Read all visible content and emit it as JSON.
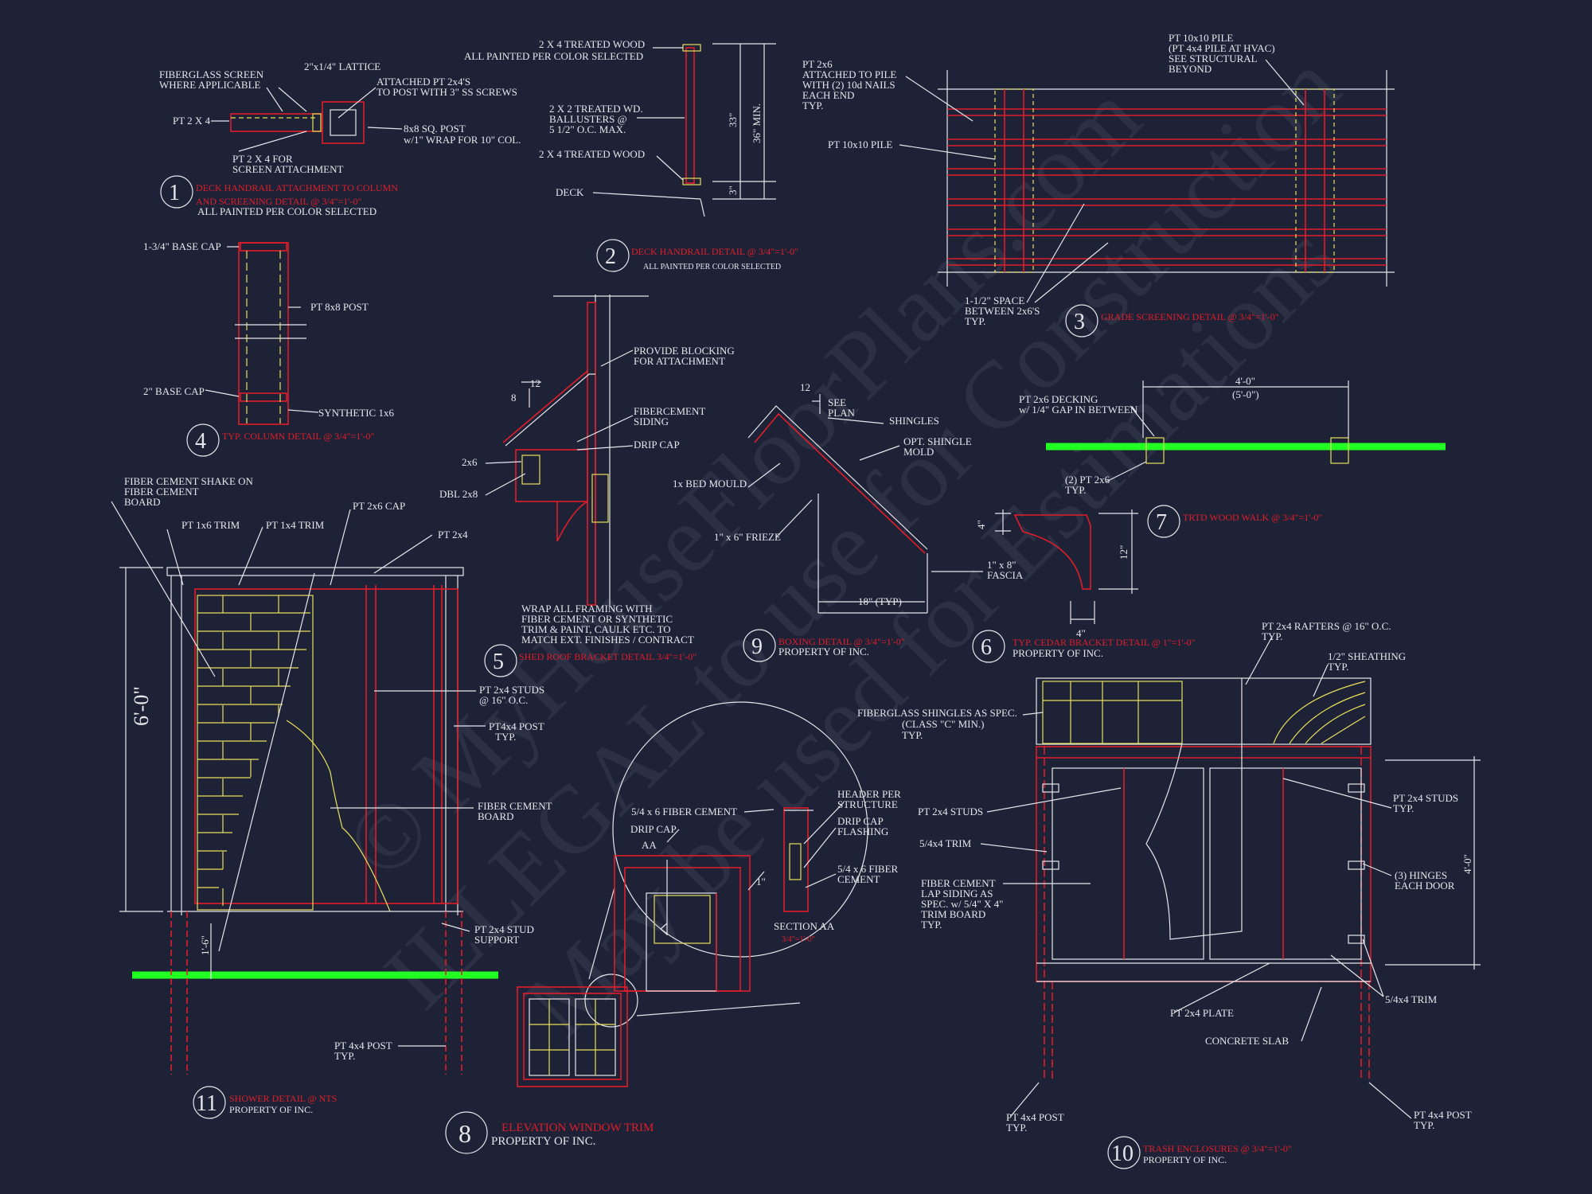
{
  "watermark": {
    "line1": "© MyHouseFloorPlans.com",
    "line2": "ILLEGAL to use for Construction",
    "line3": "May be used for Estimations"
  },
  "details": [
    {
      "num": "1",
      "title1": "DECK HANDRAIL ATTACHMENT TO COLUMN",
      "title2": "AND SCREENING DETAIL @   3/4\"=1'-0\"",
      "sub": "ALL PAINTED PER COLOR SELECTED"
    },
    {
      "num": "2",
      "title1": "DECK HANDRAIL DETAIL @       3/4\"=1'-0\"",
      "sub": "ALL PAINTED PER COLOR SELECTED"
    },
    {
      "num": "3",
      "title1": "GRADE SCREENING DETAIL @    3/4\"=1'-0\""
    },
    {
      "num": "4",
      "title1": "TYP. COLUMN DETAIL @ 3/4\"=1'-0\""
    },
    {
      "num": "5",
      "title1": "SHED ROOF BRACKET DETAIL    3/4\"=1'-0\""
    },
    {
      "num": "6",
      "title1": "TYP. CEDAR BRACKET DETAIL @           1\"=1'-0\"",
      "sub": "PROPERTY OF  INC."
    },
    {
      "num": "7",
      "title1": "TRTD WOOD WALK @       3/4\"=1'-0\""
    },
    {
      "num": "8",
      "title1": "ELEVATION WINDOW TRIM",
      "sub": "PROPERTY OF  INC."
    },
    {
      "num": "9",
      "title1": "BOXING DETAIL @ 3/4\"=1'-0\"",
      "sub": "PROPERTY OF  INC."
    },
    {
      "num": "10",
      "title1": "TRASH ENCLOSURES @              3/4\"=1'-0\"",
      "sub": "PROPERTY OF  INC."
    },
    {
      "num": "11",
      "title1": "SHOWER DETAIL @                 NTS",
      "sub": "PROPERTY OF  INC."
    }
  ],
  "d1": {
    "a": "FIBERGLASS SCREEN",
    "b": "WHERE APPLICABLE",
    "c": "2\"x1/4\" LATTICE",
    "d": "ATTACHED PT 2x4'S",
    "e": "TO POST WITH 3\" SS SCREWS",
    "f": "PT 2 X 4",
    "g": "8x8 SQ. POST",
    "h": "w/1\" WRAP FOR 10\" COL.",
    "i": "PT 2 X 4 FOR",
    "j": "SCREEN ATTACHMENT"
  },
  "d2": {
    "a": "2 X 4 TREATED WOOD",
    "b": "ALL PAINTED PER COLOR SELECTED",
    "c": "2 X 2 TREATED WD.",
    "d": "BALLUSTERS @",
    "e": "5 1/2\" O.C. MAX.",
    "f": "2 X 4 TREATED WOOD",
    "g": "DECK",
    "h": "33\"",
    "i": "36\" MIN.",
    "j": "3\""
  },
  "d3": {
    "a": "PT 2x6",
    "b": "ATTACHED TO PILE",
    "c": "WITH (2) 10d NAILS",
    "d": "EACH END",
    "e": "TYP.",
    "f": "PT 10x10 PILE",
    "g": "PT 10x10 PILE",
    "h": "(PT 4x4 PILE AT HVAC)",
    "i": "SEE STRUCTURAL",
    "j": "BEYOND",
    "k": "1-1/2\" SPACE",
    "l": "BETWEEN 2x6'S",
    "m": "TYP."
  },
  "d4": {
    "a": "1-3/4\" BASE CAP",
    "b": "PT 8x8 POST",
    "c": "2\" BASE CAP",
    "d": "SYNTHETIC 1x6"
  },
  "d5": {
    "a": "PROVIDE BLOCKING",
    "b": "FOR ATTACHMENT",
    "c": "FIBERCEMENT",
    "d": "SIDING",
    "e": "DRIP CAP",
    "f": "2x6",
    "g": "DBL 2x8",
    "h": "12",
    "i": "8",
    "j": "WRAP ALL FRAMING WITH",
    "k": "FIBER CEMENT OR SYNTHETIC",
    "l": "TRIM & PAINT, CAULK ETC. TO",
    "m": "MATCH EXT. FINISHES / CONTRACT"
  },
  "d9": {
    "a": "12",
    "b": "SEE",
    "c": "PLAN",
    "d": "SHINGLES",
    "e": "OPT. SHINGLE",
    "f": "MOLD",
    "g": "1x BED MOULD",
    "h": "1\" x 6\" FRIEZE",
    "i": "1\" x 8\"",
    "j": "FASCIA",
    "k": "18\" (TYP)"
  },
  "d7": {
    "a": "PT 2x6 DECKING",
    "b": "w/ 1/4\" GAP IN BETWEEN",
    "c": "4'-0\"",
    "d": "(5'-0\")",
    "e": "(2) PT 2x6",
    "f": "TYP."
  },
  "d6": {
    "a": "4\"",
    "b": "12\"",
    "c": "4\""
  },
  "d11": {
    "a": "FIBER CEMENT SHAKE ON",
    "b": "FIBER CEMENT",
    "c": "BOARD",
    "d": "PT 1x6 TRIM",
    "e": "PT 1x4 TRIM",
    "f": "PT 2x6 CAP",
    "g": "PT 2x4",
    "h": "PT 2x4 STUDS",
    "i": "@ 16\" O.C.",
    "j": "PT4x4 POST",
    "k": "TYP.",
    "l": "FIBER CEMENT",
    "m": "BOARD",
    "n": "PT 2x4 STUD",
    "o": "SUPPORT",
    "p": "PT 4x4 POST",
    "q": "TYP.",
    "r": "6'-0\"",
    "s": "1'-6\""
  },
  "d8": {
    "a": "5/4 x 6 FIBER CEMENT",
    "b": "DRIP CAP",
    "c": "AA",
    "d": "HEADER PER",
    "e": "STRUCTURE",
    "f": "DRIP CAP",
    "g": "FLASHING",
    "h": "5/4 x 6 FIBER",
    "i": "CEMENT",
    "j": "SECTION AA",
    "k": "3/4\"=1'-0\"",
    "l": "1\""
  },
  "d10": {
    "a": "PT 2x4 RAFTERS @ 16\" O.C.",
    "b": "TYP.",
    "c": "1/2\" SHEATHING",
    "d": "TYP.",
    "e": "FIBERGLASS SHINGLES AS SPEC.",
    "f": "(CLASS \"C\" MIN.)",
    "g": "TYP.",
    "h": "PT 2x4 STUDS",
    "i": "5/4x4 TRIM",
    "j": "FIBER CEMENT",
    "k": "LAP SIDING AS",
    "l": "SPEC. w/ 5/4\" X 4\"",
    "m": "TRIM BOARD",
    "n": "TYP.",
    "o": "PT 2x4 STUDS",
    "p": "TYP.",
    "q": "(3) HINGES",
    "r": "EACH DOOR",
    "s": "5/4x4 TRIM",
    "t": "PT 2x4 PLATE",
    "u": "CONCRETE SLAB",
    "v": "PT 4x4 POST",
    "w": "TYP.",
    "x": "PT 4x4 POST",
    "y": "TYP.",
    "z": "4'-0\""
  }
}
